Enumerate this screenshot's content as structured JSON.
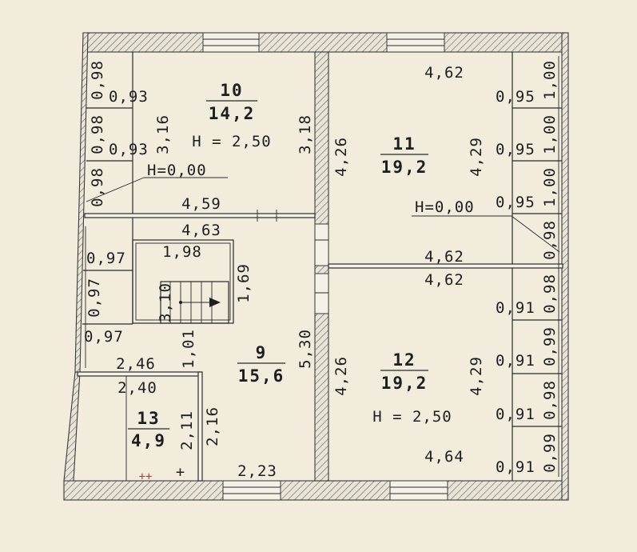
{
  "rooms": [
    {
      "number": "10",
      "area": "14,2",
      "height": "H = 2,50"
    },
    {
      "number": "11",
      "area": "19,2"
    },
    {
      "number": "12",
      "area": "19,2",
      "height": "H = 2,50"
    },
    {
      "number": "9",
      "area": "15,6"
    },
    {
      "number": "13",
      "area": "4,9"
    }
  ],
  "annotations": {
    "h_zero_left": "H=0,00",
    "h_zero_right": "H=0,00"
  },
  "dimensions": {
    "r10_top_width": "4,59",
    "r10_left_height": "3,16",
    "r10_right_height": "3,18",
    "r10_niche_1": "0,93",
    "r10_niche_2": "0,93",
    "r10_bay_1": "0,98",
    "r10_bay_2": "0,98",
    "r10_bay_3": "0,98",
    "r11_top_width": "4,62",
    "r11_left_height": "4,26",
    "r11_right_height": "4,29",
    "r11_bottom_width": "4,62",
    "r11_niche_1": "0,95",
    "r11_niche_2": "0,95",
    "r11_niche_3": "0,95",
    "r11_bay_1": "1,00",
    "r11_bay_2": "1,00",
    "r11_bay_3": "1,00",
    "r11_bay_4": "0,98",
    "r12_top_width": "4,62",
    "r12_left_height": "4,26",
    "r12_right_height": "4,29",
    "r12_bottom_width": "4,64",
    "r12_niche_1": "0,91",
    "r12_niche_2": "0,91",
    "r12_niche_3": "0,91",
    "r12_niche_4": "0,91",
    "r12_bay_1": "0,98",
    "r12_bay_2": "0,99",
    "r12_bay_3": "0,98",
    "r12_bay_4": "0,99",
    "r9_top_width": "4,63",
    "r9_niche_1": "0,97",
    "r9_bay": "0,97",
    "r9_niche_2": "0,97",
    "r9_right_height": "5,30",
    "r9_bottom_width": "2,23",
    "r9_partition_height": "2,16",
    "r9_door_height": "1,01",
    "stair_width": "1,98",
    "stair_height": "1,69",
    "stair_side": "3,10",
    "r13_top_outer": "2,46",
    "r13_top_inner": "2,40",
    "r13_height": "2,11"
  },
  "symbols": {
    "plus_single": "+",
    "plus_double": "++"
  },
  "colors": {
    "paper": "#f2ecdd",
    "ink": "#1e1e1e",
    "marker_red": "#c23a2a"
  }
}
